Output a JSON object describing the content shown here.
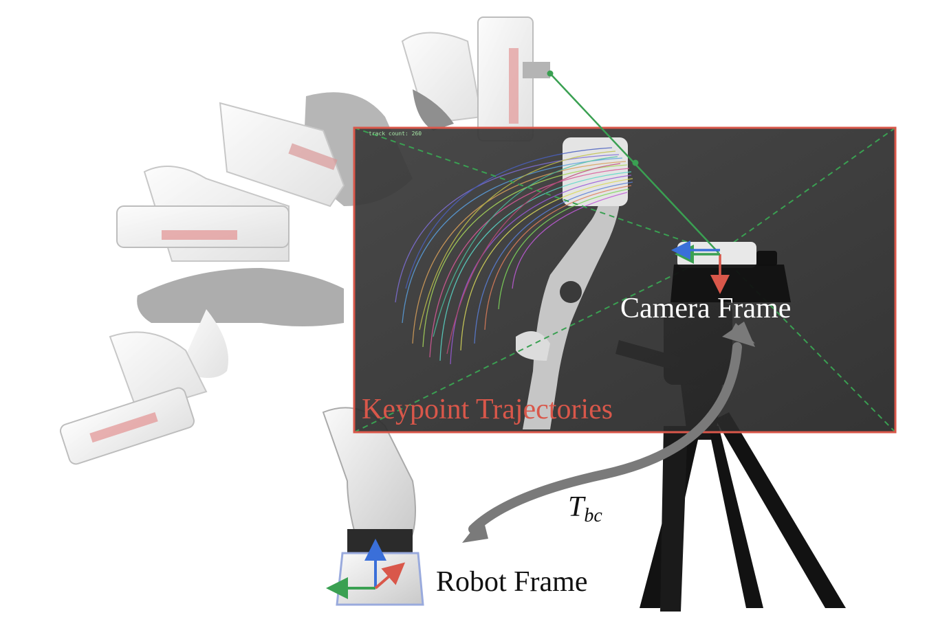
{
  "labels": {
    "camera_frame": "Camera Frame",
    "keypoint_trajectories": "Keypoint Trajectories",
    "transform_symbol": "T",
    "transform_subscript": "bc",
    "robot_frame": "Robot Frame",
    "overlay_counter": "track count: 260"
  },
  "colors": {
    "overlay_border": "#d9574a",
    "keypoint_line": "#3aa052",
    "dashed_frustum": "#3aa052",
    "transform_arrow": "#7a7a7a",
    "axis_x": "#3aa052",
    "axis_y": "#3a6fd9",
    "axis_z": "#d9574a"
  }
}
